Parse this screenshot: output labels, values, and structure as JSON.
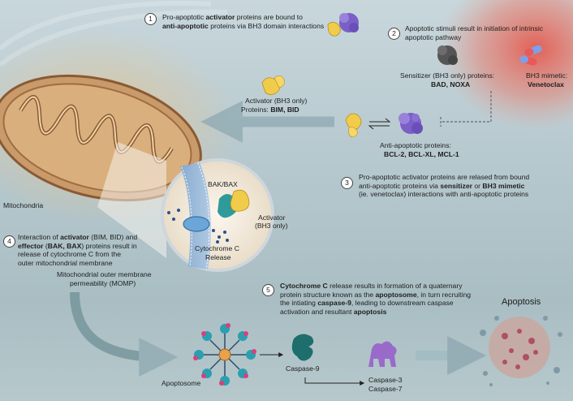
{
  "steps": [
    {
      "num": "1",
      "lines": [
        [
          {
            "t": "Pro-apoptotic ",
            "b": false
          },
          {
            "t": "activator",
            "b": true
          },
          {
            "t": " proteins are bound to",
            "b": false
          }
        ],
        [
          {
            "t": "anti-apoptotic",
            "b": true
          },
          {
            "t": " proteins via BH3 domain interactions",
            "b": false
          }
        ]
      ]
    },
    {
      "num": "2",
      "lines": [
        [
          {
            "t": "Apoptotic stimuli result in initiation of intrinsic",
            "b": false
          }
        ],
        [
          {
            "t": "apoptotic pathway",
            "b": false
          }
        ]
      ]
    },
    {
      "num": "3",
      "lines": [
        [
          {
            "t": "Pro-apoptotic activator proteins are relased from bound",
            "b": false
          }
        ],
        [
          {
            "t": "anti-apoptotic proteins via ",
            "b": false
          },
          {
            "t": "sensitizer",
            "b": true
          },
          {
            "t": " or ",
            "b": false
          },
          {
            "t": "BH3 mimetic",
            "b": true
          }
        ],
        [
          {
            "t": "(ie. venetoclax) interactions with anti-apoptotic proteins",
            "b": false
          }
        ]
      ]
    },
    {
      "num": "4",
      "lines": [
        [
          {
            "t": "Interaction of ",
            "b": false
          },
          {
            "t": "activator",
            "b": true
          },
          {
            "t": " (BIM, BID) and",
            "b": false
          }
        ],
        [
          {
            "t": "effector",
            "b": true
          },
          {
            "t": " (",
            "b": false
          },
          {
            "t": "BAK, BAX",
            "b": true
          },
          {
            "t": ")  proteins result in",
            "b": false
          }
        ],
        [
          {
            "t": "release of cytochrome C from the",
            "b": false
          }
        ],
        [
          {
            "t": "outer mitochondrial membrane",
            "b": false
          }
        ]
      ]
    },
    {
      "num": "5",
      "lines": [
        [
          {
            "t": "Cytochrome C",
            "b": true
          },
          {
            "t": " release results in formation of a quaternary",
            "b": false
          }
        ],
        [
          {
            "t": "protein structure known as the ",
            "b": false
          },
          {
            "t": "apoptosome",
            "b": true
          },
          {
            "t": ", in turn recruiting",
            "b": false
          }
        ],
        [
          {
            "t": "the intiating ",
            "b": false
          },
          {
            "t": "caspase-9",
            "b": true
          },
          {
            "t": ", leading to  downstream caspase",
            "b": false
          }
        ],
        [
          {
            "t": "activation and  resultant ",
            "b": false
          },
          {
            "t": "apoptosis",
            "b": true
          }
        ]
      ]
    }
  ],
  "labels": {
    "sensitizer_title": "Sensitizer (BH3 only) proteins:",
    "sensitizer_names": "BAD, NOXA",
    "mimetic_title": "BH3 mimetic:",
    "mimetic_name": "Venetoclax",
    "activator_title": "Activator (BH3 only)",
    "activator_prefix": "Proteins: ",
    "activator_names": "BIM, BID",
    "anti_title": "Anti-apoptotic proteins:",
    "anti_names": "BCL-2, BCL-XL, MCL-1",
    "mitochondria": "Mitochondria",
    "bakbax": "BAK/BAX",
    "inset_activator_1": "Activator",
    "inset_activator_2": "(BH3 only)",
    "cytc_1": "Cytochrome C",
    "cytc_2": "Release",
    "momp_1": "Mitochondrial outer membrane",
    "momp_2": "permeability (MOMP)",
    "apoptosome": "Apoptosome",
    "caspase9": "Caspase-9",
    "caspase3": "Caspase-3",
    "caspase7": "Caspase-7",
    "apoptosis": "Apoptosis"
  },
  "colors": {
    "activator_protein": "#f0cc4a",
    "anti_apoptotic_protein": "#7a5fc8",
    "sensitizer_protein": "#555555",
    "mimetic_red": "#e85a5a",
    "mimetic_blue": "#7f9fe6",
    "mitochondria": "#c99a6a",
    "caspase9": "#1f6e6e",
    "caspase37": "#9a6acb",
    "stimulus_glow": "#e45a4f",
    "arrow": "#8fa9b2"
  }
}
